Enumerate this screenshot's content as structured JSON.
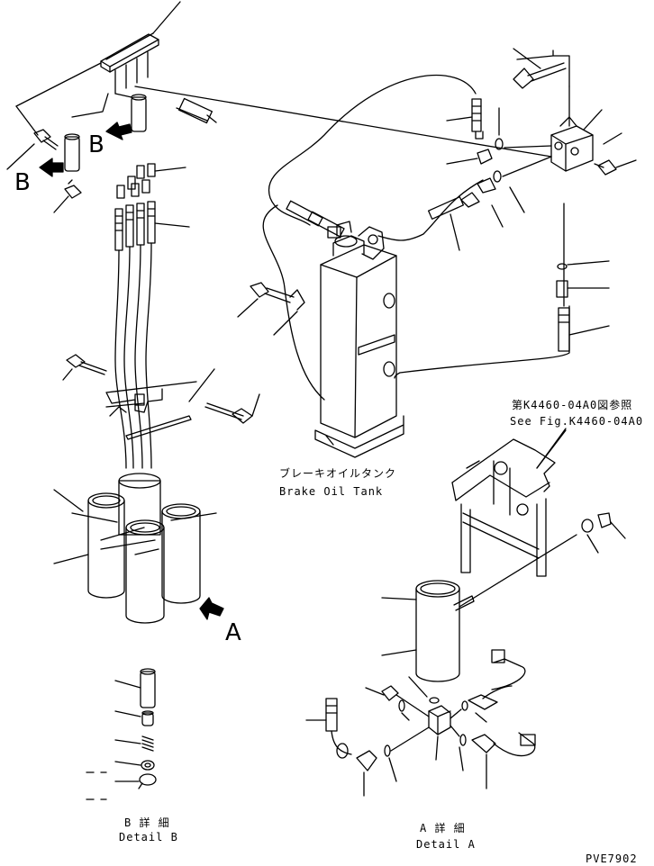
{
  "brake_tank": {
    "jp": "ブレーキオイルタンク",
    "en": "Brake Oil Tank"
  },
  "reference": {
    "jp": "第K4460-04A0図参照",
    "en": "See Fig.K4460-04A0"
  },
  "view_a": "A",
  "view_b_1": "B",
  "view_b_2": "B",
  "detail_b": {
    "jp": "B 詳 細",
    "en": "Detail B"
  },
  "detail_a": {
    "jp": "A 詳 細",
    "en": "Detail A"
  },
  "drawing_id": "PVE7902"
}
